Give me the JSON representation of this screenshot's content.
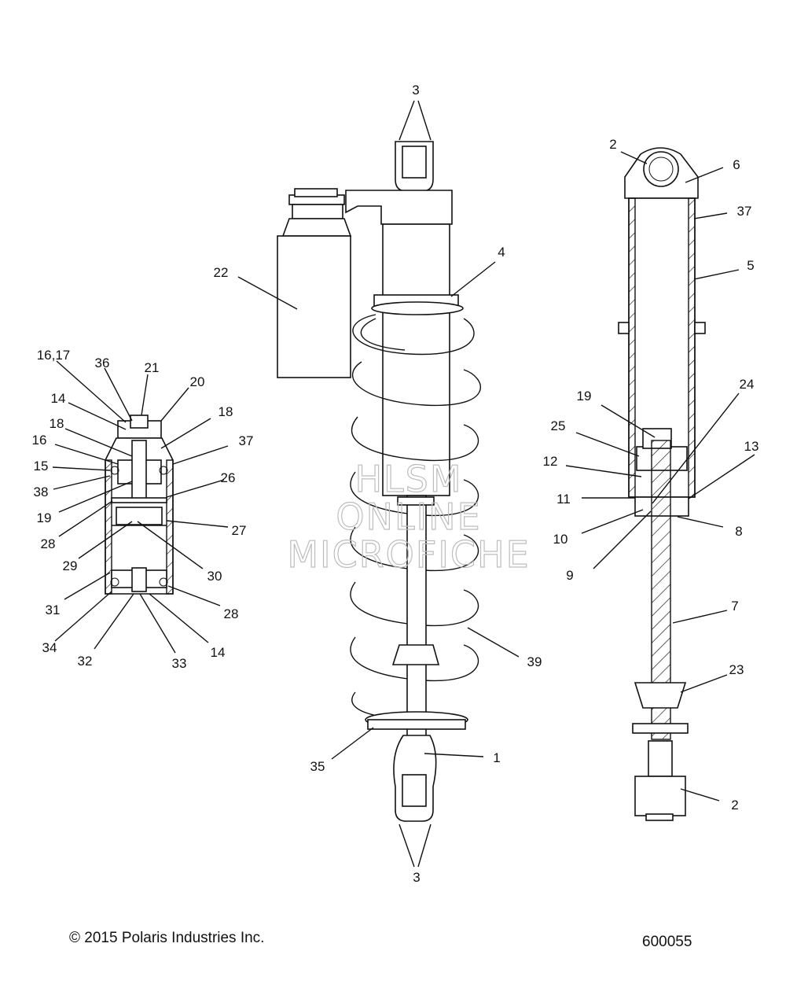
{
  "copyright": "© 2015 Polaris Industries Inc.",
  "figure_number": "600055",
  "watermark": [
    "HLSM",
    "ONLINE",
    "MICROFICHE"
  ],
  "callouts": {
    "c1": "1",
    "c2a": "2",
    "c2b": "2",
    "c3a": "3",
    "c3b": "3",
    "c4": "4",
    "c5": "5",
    "c6": "6",
    "c7": "7",
    "c8": "8",
    "c9": "9",
    "c10": "10",
    "c11": "11",
    "c12": "12",
    "c13": "13",
    "c14a": "14",
    "c14b": "14",
    "c15": "15",
    "c16": "16",
    "c16_17": "16,17",
    "c18a": "18",
    "c18b": "18",
    "c19a": "19",
    "c19b": "19",
    "c20": "20",
    "c21": "21",
    "c22": "22",
    "c23": "23",
    "c24": "24",
    "c25": "25",
    "c26": "26",
    "c27": "27",
    "c28a": "28",
    "c28b": "28",
    "c29": "29",
    "c30": "30",
    "c31": "31",
    "c32": "32",
    "c33": "33",
    "c34": "34",
    "c35": "35",
    "c36": "36",
    "c37a": "37",
    "c37b": "37",
    "c38": "38",
    "c39": "39"
  }
}
